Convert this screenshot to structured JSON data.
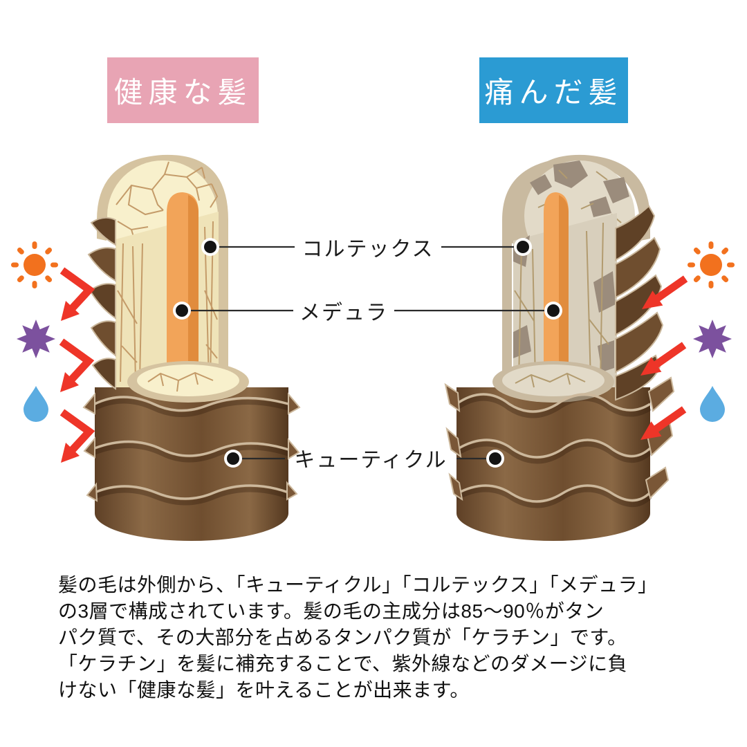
{
  "banners": {
    "healthy": {
      "label": "健康な髪"
    },
    "damaged": {
      "label": "痛んだ髪"
    }
  },
  "diagram": {
    "labels": {
      "cortex": "コルテックス",
      "medulla": "メデュラ",
      "cuticle": "キューティクル"
    },
    "left_illustration": "healthy-hair-shaft-cutaway",
    "right_illustration": "damaged-hair-shaft-cutaway",
    "damage_factor_icons": [
      "sun-icon",
      "eight-point-star-icon",
      "water-drop-icon",
      "red-arrow-icon"
    ]
  },
  "description": "髪の毛は外側から、「キューティクル」「コルテックス」「メデュラ」\nの3層で構成されています。髪の毛の主成分は85〜90％がタン\nパク質で、その大部分を占めるタンパク質が「ケラチン」です。\n「ケラチン」を髪に補充することで、紫外線などのダメージに負\nけない「健康な髪」を叶えることが出来ます。",
  "colors": {
    "healthy_banner_bg": "#E8A4B4",
    "damaged_banner_bg": "#2B9BD3",
    "banner_text": "#FFFFFF",
    "sun_orange": "#F2711E",
    "star_purple": "#7C519E",
    "drop_blue": "#5BACE1",
    "arrow_red": "#EE3528",
    "medulla_orange": "#F2A459",
    "cortex_cream": "#F7EFC9",
    "cuticle_brown": "#7A5737",
    "label_line": "#2A2A2A"
  }
}
